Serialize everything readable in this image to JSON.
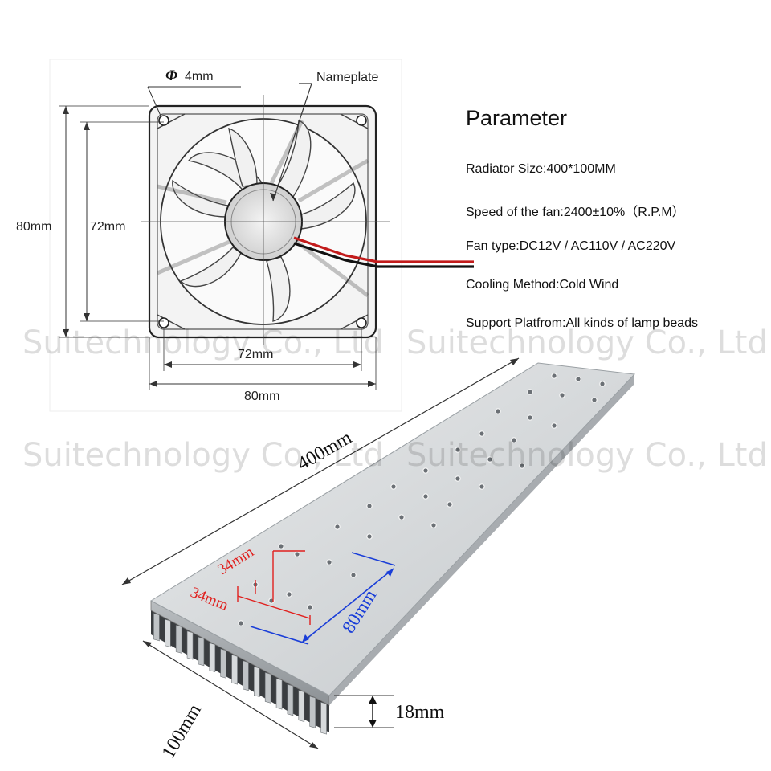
{
  "fan_diagram": {
    "hole_label": "4mm",
    "hole_symbol": "Φ",
    "nameplate_label": "Nameplate",
    "outer_height": "80mm",
    "inner_height": "72mm",
    "inner_width": "72mm",
    "outer_width": "80mm"
  },
  "parameters": {
    "title": "Parameter",
    "items": [
      "Radiator Size:400*100MM",
      "Speed of the fan:2400±10%（R.P.M）",
      "Fan type:DC12V / AC110V / AC220V",
      "Cooling Method:Cold Wind",
      "Support Platfrom:All kinds of lamp beads"
    ]
  },
  "watermarks": [
    "Suitechnology Co., Ltd",
    "Suitechnology Co., Ltd",
    "Suitechnology Co., Ltd",
    "Suitechnology Co., Ltd"
  ],
  "heatsink": {
    "length_label": "400mm",
    "width_label": "100mm",
    "height_label": "18mm",
    "hole_spacing_a": "34mm",
    "hole_spacing_b": "34mm",
    "fan_spacing": "80mm",
    "colors": {
      "red_dim": "#e0201e",
      "blue_dim": "#1a3ed8"
    }
  }
}
